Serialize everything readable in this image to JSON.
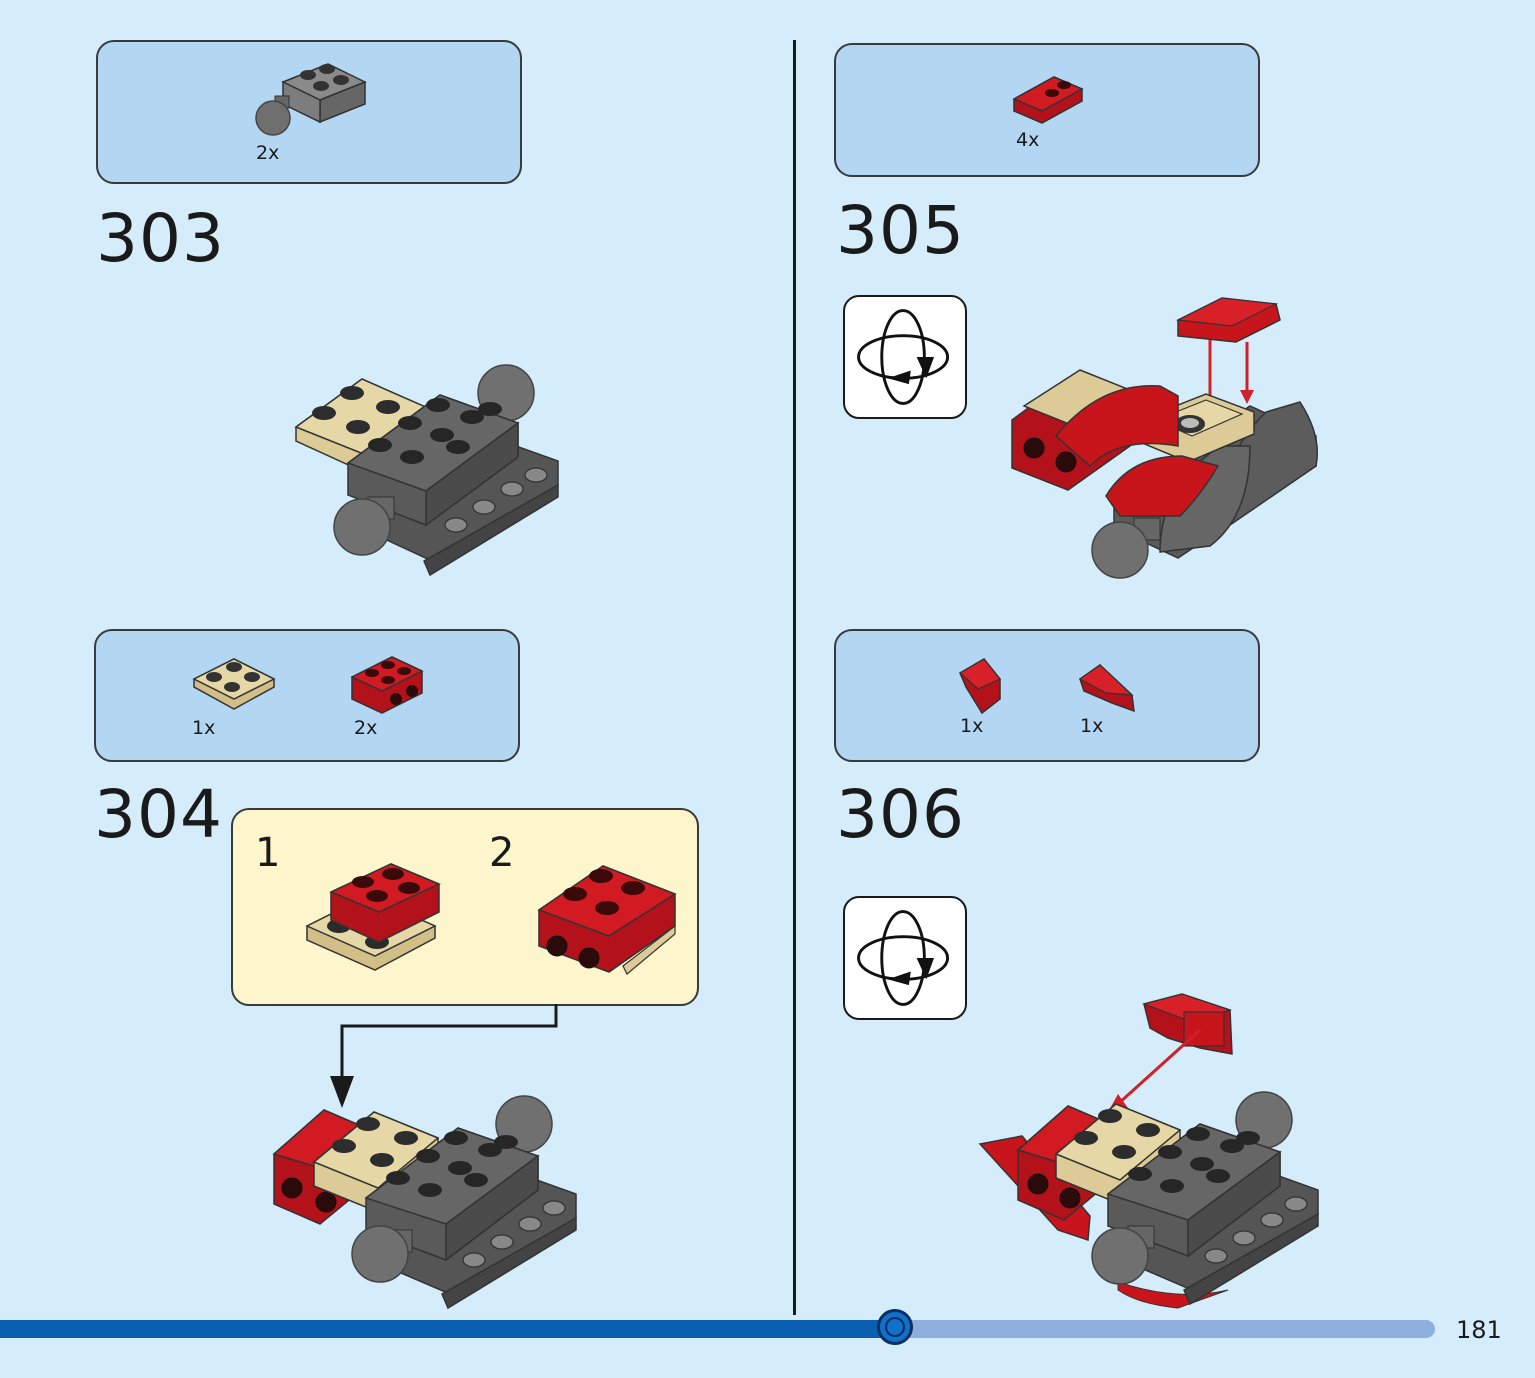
{
  "steps": [
    {
      "number": "303",
      "parts": [
        {
          "qty": "2x",
          "name": "dark-gray-brick-with-ball"
        }
      ]
    },
    {
      "number": "304",
      "parts": [
        {
          "qty": "1x",
          "name": "tan-plate-2x2"
        },
        {
          "qty": "2x",
          "name": "red-bracket-plate"
        }
      ],
      "substeps": [
        {
          "number": "1"
        },
        {
          "number": "2"
        }
      ]
    },
    {
      "number": "305",
      "parts": [
        {
          "qty": "4x",
          "name": "red-curved-slope"
        }
      ]
    },
    {
      "number": "306",
      "parts": [
        {
          "qty": "1x",
          "name": "red-wedge-left"
        },
        {
          "qty": "1x",
          "name": "red-wedge-right"
        }
      ]
    }
  ],
  "footer": {
    "page_number": "181",
    "progress": 0.624
  },
  "colors": {
    "background": "#d5ecfb",
    "parts_box": "#b3d7f3",
    "substep_box": "#fdf5cc",
    "red": "#c8151b",
    "tan": "#dccb97",
    "dark_gray": "#5a5a5a",
    "progress": "#0b5fb0"
  }
}
